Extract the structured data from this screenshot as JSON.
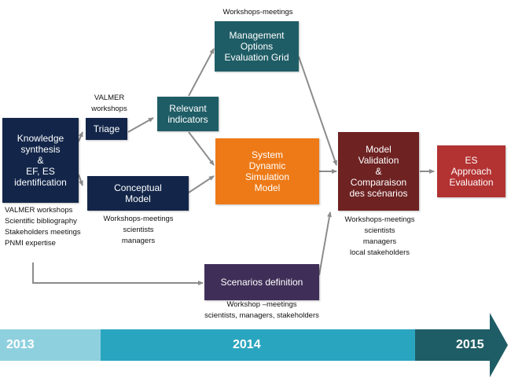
{
  "boxes": {
    "knowledge": {
      "label": "Knowledge\nsynthesis\n&\nEF, ES\nidentification",
      "color": "#13264a"
    },
    "triage": {
      "label": "Triage",
      "color": "#13264a"
    },
    "conceptual": {
      "label": "Conceptual\nModel",
      "color": "#13264a"
    },
    "relevant": {
      "label": "Relevant\nindicators",
      "color": "#1f5d66"
    },
    "management": {
      "label": "Management\nOptions\nEvaluation Grid",
      "color": "#1f5d66"
    },
    "system": {
      "label": "System\nDynamic\nSimulation\nModel",
      "color": "#ed7a17"
    },
    "scenarios": {
      "label": "Scenarios definition",
      "color": "#3f2f58"
    },
    "validation": {
      "label": "Model\nValidation\n&\nComparaison\ndes scénarios",
      "color": "#6e2222"
    },
    "es_eval": {
      "label": "ES\nApproach\nEvaluation",
      "color": "#b33232"
    }
  },
  "notes": {
    "top_workshops": "Workshops-meetings",
    "valmer_workshops": "VALMER\nworkshops",
    "knowledge_sources": "VALMER workshops\nScientific bibliography\nStakeholders meetings\nPNMI expertise",
    "conceptual_participants": "Workshops-meetings\nscientists\nmanagers",
    "scenarios_participants": "Workshop –meetings\nscientists, managers, stakeholders",
    "validation_participants": "Workshops-meetings\nscientists\nmanagers\nlocal stakeholders"
  },
  "timeline": {
    "years": [
      "2013",
      "2014",
      "2015"
    ],
    "colors": {
      "y2013": "#8fd0df",
      "y2014": "#2aa5bf",
      "y2015": "#1f5d66"
    }
  },
  "arrow_color": "#8c8c8c"
}
